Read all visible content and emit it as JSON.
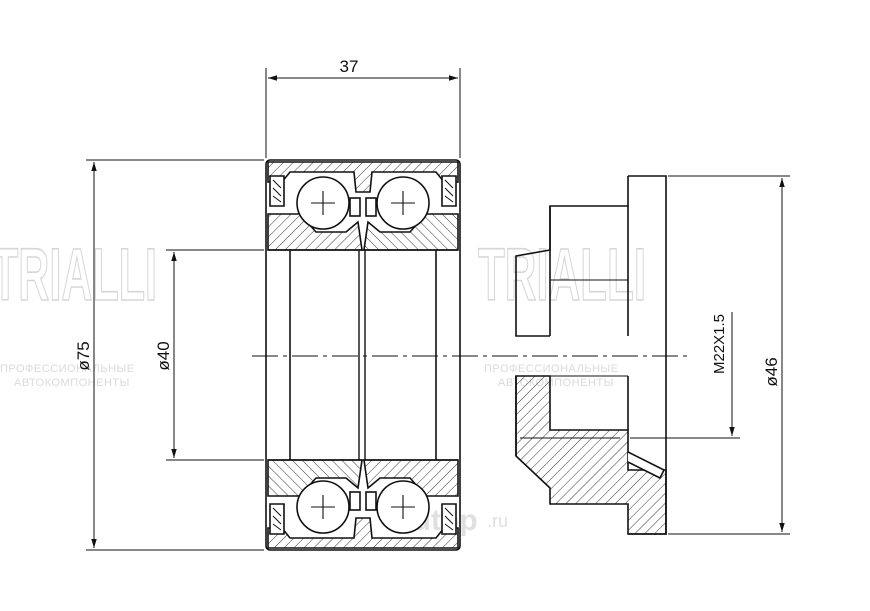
{
  "watermark": {
    "brand_left": "TRIALLI",
    "brand_right": "TRIALLI",
    "slogan_line1": "ПРОФЕССИОНАЛЬНЫЕ",
    "slogan_line2": "АВТОКОМПОНЕНТЫ",
    "site": "autop.ru",
    "site_prefix": "autop",
    "site_suffix": ".ru"
  },
  "dimensions": {
    "width": "37",
    "outer_diameter": "ø75",
    "inner_diameter": "ø40",
    "thread": "M22X1.5",
    "flange_diameter": "ø46"
  },
  "colors": {
    "line": "#111111",
    "hatch": "#222222",
    "watermark": "#d8dadc"
  }
}
